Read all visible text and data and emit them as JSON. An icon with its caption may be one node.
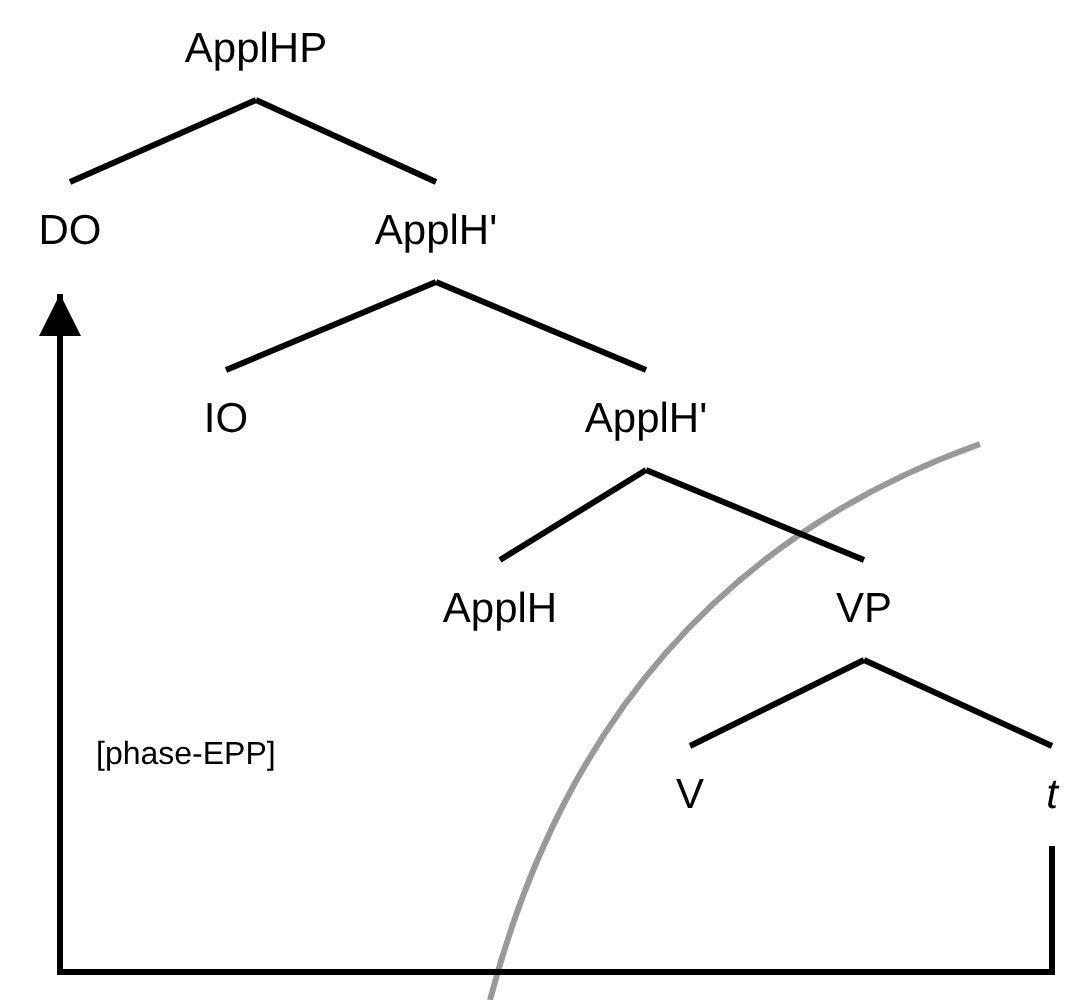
{
  "diagram": {
    "nodes": [
      {
        "text": [
          "ApplHP"
        ]
      },
      {
        "text": [
          "DO"
        ]
      },
      {
        "text": [
          "ApplH'"
        ]
      },
      {
        "text": [
          "IO"
        ]
      },
      {
        "text": [
          "ApplH'"
        ]
      },
      {
        "text": [
          "ApplH"
        ]
      },
      {
        "text": [
          "VP"
        ]
      },
      {
        "text": [
          "V"
        ]
      },
      {
        "text": [
          "t"
        ]
      }
    ],
    "edges": [
      {
        "from": 0,
        "to": 1,
        "arrow": "none"
      },
      {
        "from": 0,
        "to": 2,
        "arrow": "none"
      },
      {
        "from": 2,
        "to": 3,
        "arrow": "none"
      },
      {
        "from": 2,
        "to": 4,
        "arrow": "none"
      },
      {
        "from": 4,
        "to": 5,
        "arrow": "none"
      },
      {
        "from": 4,
        "to": 6,
        "arrow": "none"
      },
      {
        "from": 6,
        "to": 7,
        "arrow": "none"
      },
      {
        "from": 6,
        "to": 8,
        "arrow": "none"
      },
      {
        "from": 8,
        "to": 1,
        "arrow": "to"
      }
    ],
    "labels": [
      "[phase-EPP]"
    ]
  }
}
